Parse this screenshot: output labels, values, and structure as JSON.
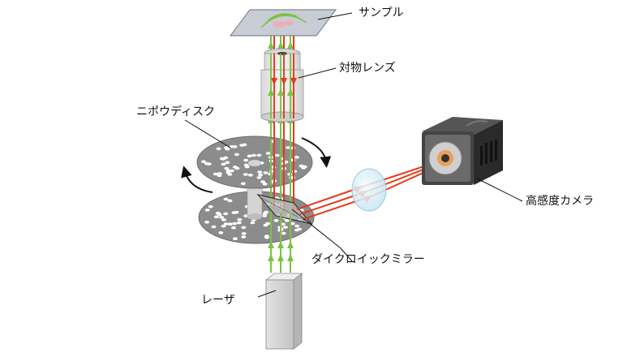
{
  "labels": {
    "sample": "サンプル",
    "objective": "対物レンズ",
    "nipkow": "ニポウディスク",
    "camera": "高感度カメラ",
    "dichroic": "ダイクロイックミラー",
    "laser": "レーザ"
  },
  "colors": {
    "excitation": "#7dc242",
    "emission": "#e8391a",
    "disk": "#8c8c8c",
    "camera_body": "#3a3a3a",
    "lens": "#d6eef8"
  },
  "icons": {
    "rotation_arrow_right": "curved-arrow-clockwise",
    "rotation_arrow_left": "curved-arrow-counterclockwise"
  }
}
